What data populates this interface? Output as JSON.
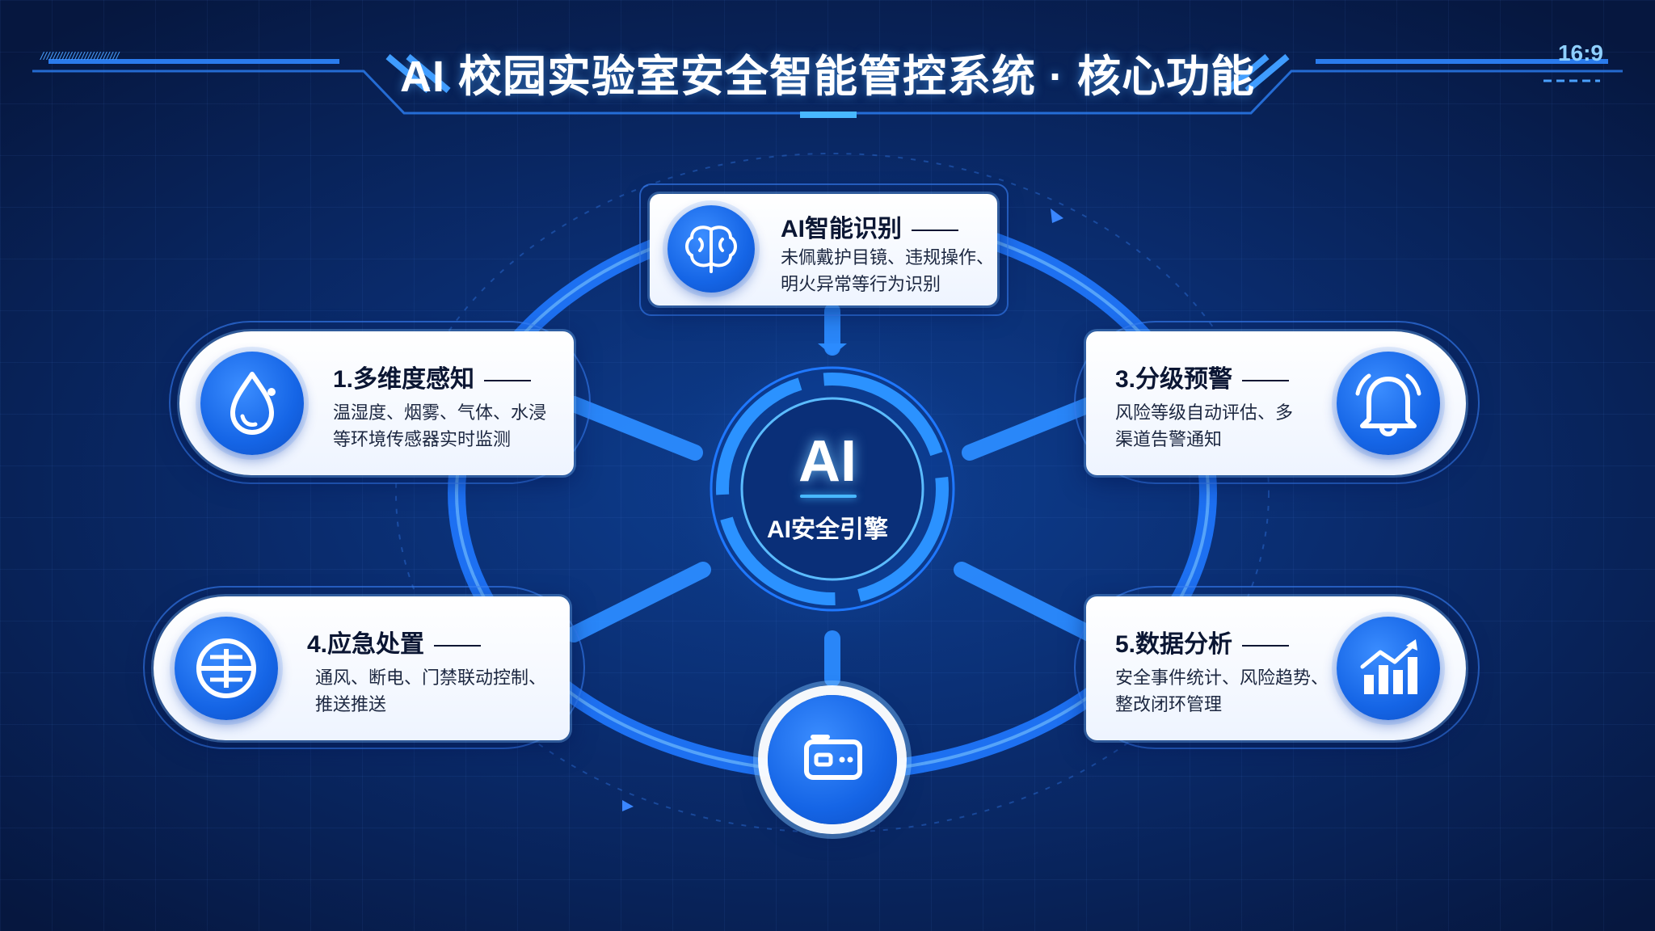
{
  "header": {
    "title": "AI 校园实验室安全智能管控系统 · 核心功能",
    "ratio": "16:9"
  },
  "center": {
    "logo": "AI",
    "label": "AI安全引擎"
  },
  "modules": {
    "ai_recognition": {
      "title": "AI智能识别",
      "desc": [
        "未佩戴护目镜、违规操作、",
        "明火异常等行为识别"
      ],
      "icon": "brain-icon"
    },
    "perception": {
      "title": "1.多维度感知",
      "desc": [
        "温湿度、烟雾、气体、水浸",
        "等环境传感器实时监测"
      ],
      "icon": "water-drop-icon"
    },
    "warning": {
      "title": "3.分级预警",
      "desc": [
        "风险等级自动评估、多",
        "渠道告警通知"
      ],
      "icon": "bell-icon"
    },
    "emergency": {
      "title": "4.应急处置",
      "desc": [
        "通风、断电、门禁联动控制、",
        "推送推送"
      ],
      "icon": "emergency-control-icon"
    },
    "analysis": {
      "title": "5.数据分析",
      "desc": [
        "安全事件统计、风险趋势、",
        "整改闭环管理"
      ],
      "icon": "bar-chart-icon"
    },
    "device": {
      "icon": "device-icon"
    }
  },
  "colors": {
    "accent": "#1565e6",
    "glow": "#48b8ff",
    "background": "#0a2c6e"
  }
}
